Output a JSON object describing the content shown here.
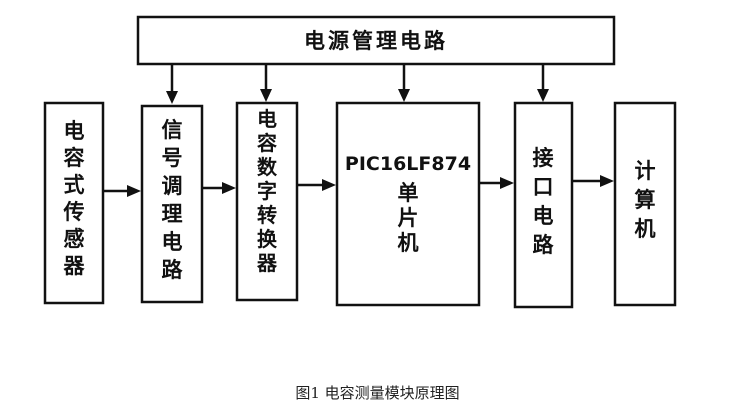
{
  "power_box": {
    "label": "电源管理电路"
  },
  "modules": [
    {
      "id": "sensor",
      "label": "电容式传感器"
    },
    {
      "id": "signal",
      "label": "信号调理电路"
    },
    {
      "id": "converter",
      "label": "电容数字转换器"
    },
    {
      "id": "mcu",
      "title": "PIC16LF874",
      "label": "单片机"
    },
    {
      "id": "interface",
      "label": "接口电路"
    },
    {
      "id": "computer",
      "label": "计算机"
    }
  ],
  "caption": "图1 电容测量模块原理图"
}
